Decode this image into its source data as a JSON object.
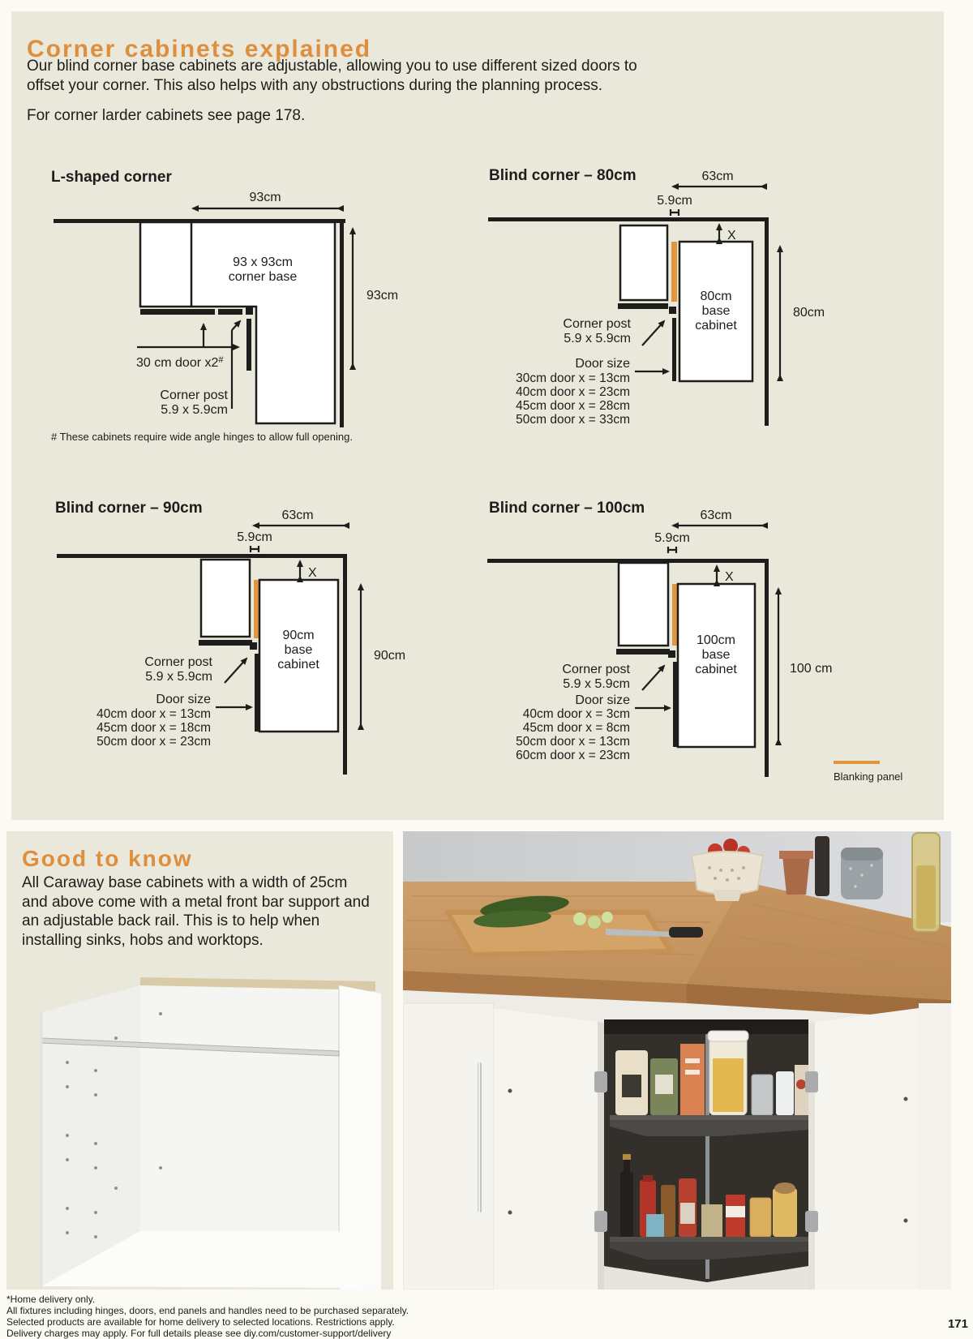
{
  "page": {
    "title": "Corner cabinets explained",
    "intro": "Our blind corner base cabinets are adjustable, allowing you to use different sized doors to offset your corner. This also helps with any obstructions during the planning process.",
    "note": "For corner larder cabinets see page 178."
  },
  "colors": {
    "accent_orange": "#de8f3e",
    "blanking_panel_orange": "#e2953f",
    "section_background": "#eae8db",
    "line_black": "#1d1d1b"
  },
  "diagrams": {
    "l_shaped": {
      "title": "L-shaped corner",
      "dim_top": "93cm",
      "dim_right": "93cm",
      "unit_line1": "93 x 93cm",
      "unit_line2": "corner base",
      "door_label": "30 cm door x2",
      "door_label_sup": "#",
      "post_line1": "Corner post",
      "post_line2": "5.9 x 5.9cm",
      "footnote": "# These cabinets require wide angle hinges to allow full opening."
    },
    "blind_80": {
      "title": "Blind corner – 80cm",
      "dim_top": "63cm",
      "dim_post": "5.9cm",
      "x_label": "X",
      "cab_line1": "80cm",
      "cab_line2": "base",
      "cab_line3": "cabinet",
      "dim_right": "80cm",
      "post_line1": "Corner post",
      "post_line2": "5.9 x 5.9cm",
      "door_size_label": "Door size",
      "door_sizes": [
        "30cm door x = 13cm",
        "40cm door x = 23cm",
        "45cm door x = 28cm",
        "50cm door x = 33cm"
      ]
    },
    "blind_90": {
      "title": "Blind corner – 90cm",
      "dim_top": "63cm",
      "dim_post": "5.9cm",
      "x_label": "X",
      "cab_line1": "90cm",
      "cab_line2": "base",
      "cab_line3": "cabinet",
      "dim_right": "90cm",
      "post_line1": "Corner post",
      "post_line2": "5.9 x 5.9cm",
      "door_size_label": "Door size",
      "door_sizes": [
        "40cm door x = 13cm",
        "45cm door x = 18cm",
        "50cm door x = 23cm"
      ]
    },
    "blind_100": {
      "title": "Blind corner – 100cm",
      "dim_top": "63cm",
      "dim_post": "5.9cm",
      "x_label": "X",
      "cab_line1": "100cm",
      "cab_line2": "base",
      "cab_line3": "cabinet",
      "dim_right": "100 cm",
      "post_line1": "Corner post",
      "post_line2": "5.9 x 5.9cm",
      "door_size_label": "Door size",
      "door_sizes": [
        "40cm door x = 3cm",
        "45cm door x = 8cm",
        "50cm door x = 13cm",
        "60cm door x = 23cm"
      ],
      "legend": "Blanking panel"
    }
  },
  "good_to_know": {
    "title": "Good to know",
    "body": "All Caraway base cabinets with a width of 25cm and above come with a metal front bar support and an adjustable back rail. This is to help when installing sinks, hobs and worktops."
  },
  "footer": {
    "line1": "*Home delivery only.",
    "line2": "All fixtures including hinges, doors, end panels and handles need to be purchased separately.",
    "line3": "Selected products are available for home delivery to selected locations. Restrictions apply.",
    "line4": "Delivery charges may apply. For full details please see diy.com/customer-support/delivery",
    "page_number": "171"
  }
}
